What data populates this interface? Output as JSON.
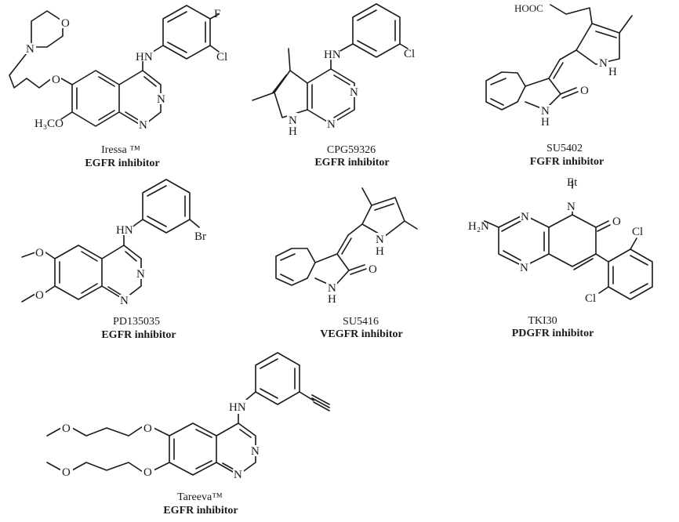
{
  "compounds": [
    {
      "name": "Iressa ™",
      "activity": "EGFR inhibitor",
      "atoms": {
        "f": "F",
        "cl": "Cl",
        "hn": "HN",
        "n_morph": "N",
        "o_morph": "O",
        "o_ether": "O",
        "methoxy": "H₃CO",
        "n3": "N",
        "n1": "N"
      }
    },
    {
      "name": "CPG59326",
      "activity": "EGFR inhibitor",
      "atoms": {
        "hn": "HN",
        "cl": "Cl",
        "n3": "N",
        "n1": "N",
        "n7": "N",
        "h": "H"
      }
    },
    {
      "name": "SU5402",
      "activity": "FGFR inhibitor",
      "atoms": {
        "cooh": "HOOC",
        "n_pyrrole": "N",
        "h_pyrrole": "H",
        "n_lactam": "N",
        "h_lactam": "H",
        "o": "O"
      }
    },
    {
      "name": "PD135035",
      "activity": "EGFR inhibitor",
      "atoms": {
        "hn": "HN",
        "br": "Br",
        "n3": "N",
        "n1": "N",
        "o1": "O",
        "o2": "O"
      }
    },
    {
      "name": "SU5416",
      "activity": "VEGFR inhibitor",
      "atoms": {
        "n_pyrrole": "N",
        "h_pyrrole": "H",
        "n_lactam": "N",
        "h_lactam": "H",
        "o": "O"
      }
    },
    {
      "name": "TKI30",
      "activity": "PDGFR inhibitor",
      "atoms": {
        "h2n": "H₂N",
        "n_a": "N",
        "n_b": "N",
        "n_c": "N",
        "et": "Et",
        "o": "O",
        "cl1": "Cl",
        "cl2": "Cl"
      }
    },
    {
      "name": "Tareeva™",
      "activity": "EGFR inhibitor",
      "atoms": {
        "hn": "HN",
        "o1": "O",
        "o2": "O",
        "o3": "O",
        "o4": "O",
        "n3": "N",
        "n1": "N"
      }
    }
  ]
}
